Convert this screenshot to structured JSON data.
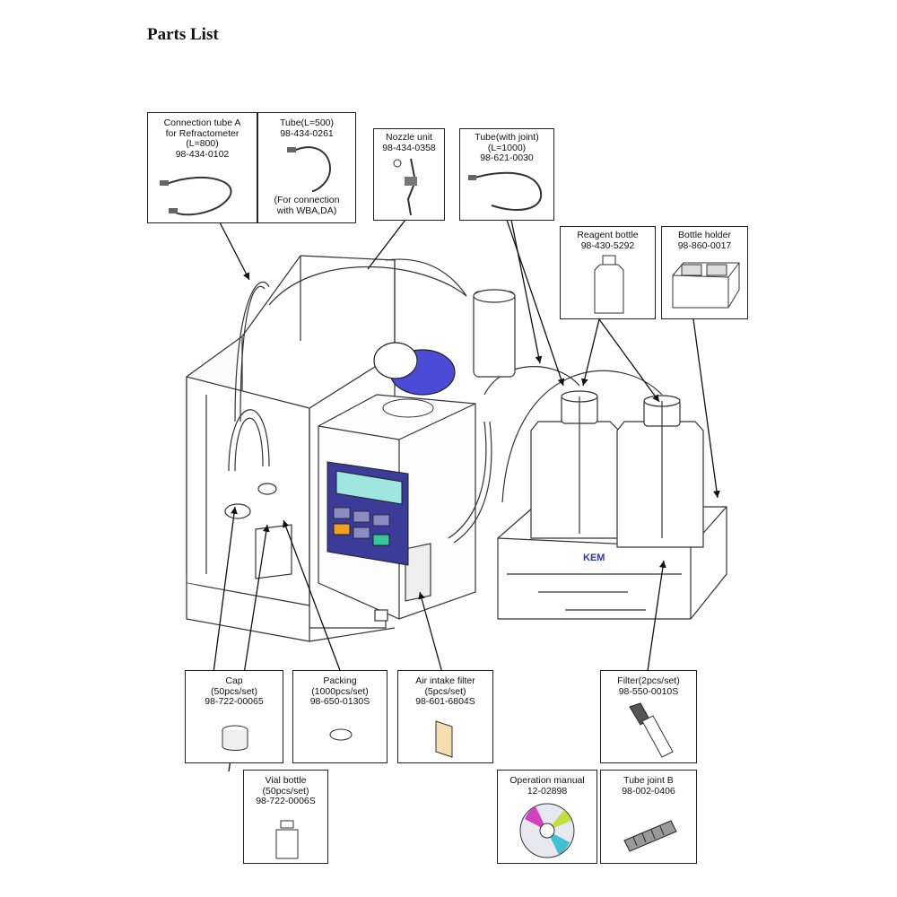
{
  "title": "Parts  List",
  "parts": {
    "conn_tube_a": {
      "lines": [
        "Connection tube A",
        "for Refractometer",
        "(L=800)",
        "98-434-0102"
      ]
    },
    "tube_500": {
      "lines": [
        "Tube(L=500)",
        "98-434-0261"
      ],
      "note": [
        "(For connection",
        "with WBA,DA)"
      ]
    },
    "nozzle": {
      "lines": [
        "Nozzle unit",
        "98-434-0358"
      ]
    },
    "tube_joint": {
      "lines": [
        "Tube(with joint)",
        "(L=1000)",
        "98-621-0030"
      ]
    },
    "reagent_bottle": {
      "lines": [
        "Reagent bottle",
        "98-430-5292"
      ]
    },
    "bottle_holder": {
      "lines": [
        "Bottle holder",
        "98-860-0017"
      ]
    },
    "cap": {
      "lines": [
        "Cap",
        "(50pcs/set)",
        "98-722-00065"
      ]
    },
    "packing": {
      "lines": [
        "Packing",
        "(1000pcs/set)",
        "98-650-0130S"
      ]
    },
    "air_filter": {
      "lines": [
        "Air intake filter",
        "(5pcs/set)",
        "98-601-6804S"
      ]
    },
    "filter": {
      "lines": [
        "Filter(2pcs/set)",
        "98-550-0010S"
      ]
    },
    "vial": {
      "lines": [
        "Vial bottle",
        "(50pcs/set)",
        "98-722-0006S"
      ]
    },
    "manual": {
      "lines": [
        "Operation manual",
        "12-02898"
      ]
    },
    "tube_joint_b": {
      "lines": [
        "Tube joint B",
        "98-002-0406"
      ]
    }
  },
  "logo": "KEM",
  "colors": {
    "lid": "#4b4bd8",
    "lcd": "#9fe6e0",
    "orange_key": "#f2a020",
    "green_key": "#36c79a",
    "keypad": "#3b3b9a"
  }
}
